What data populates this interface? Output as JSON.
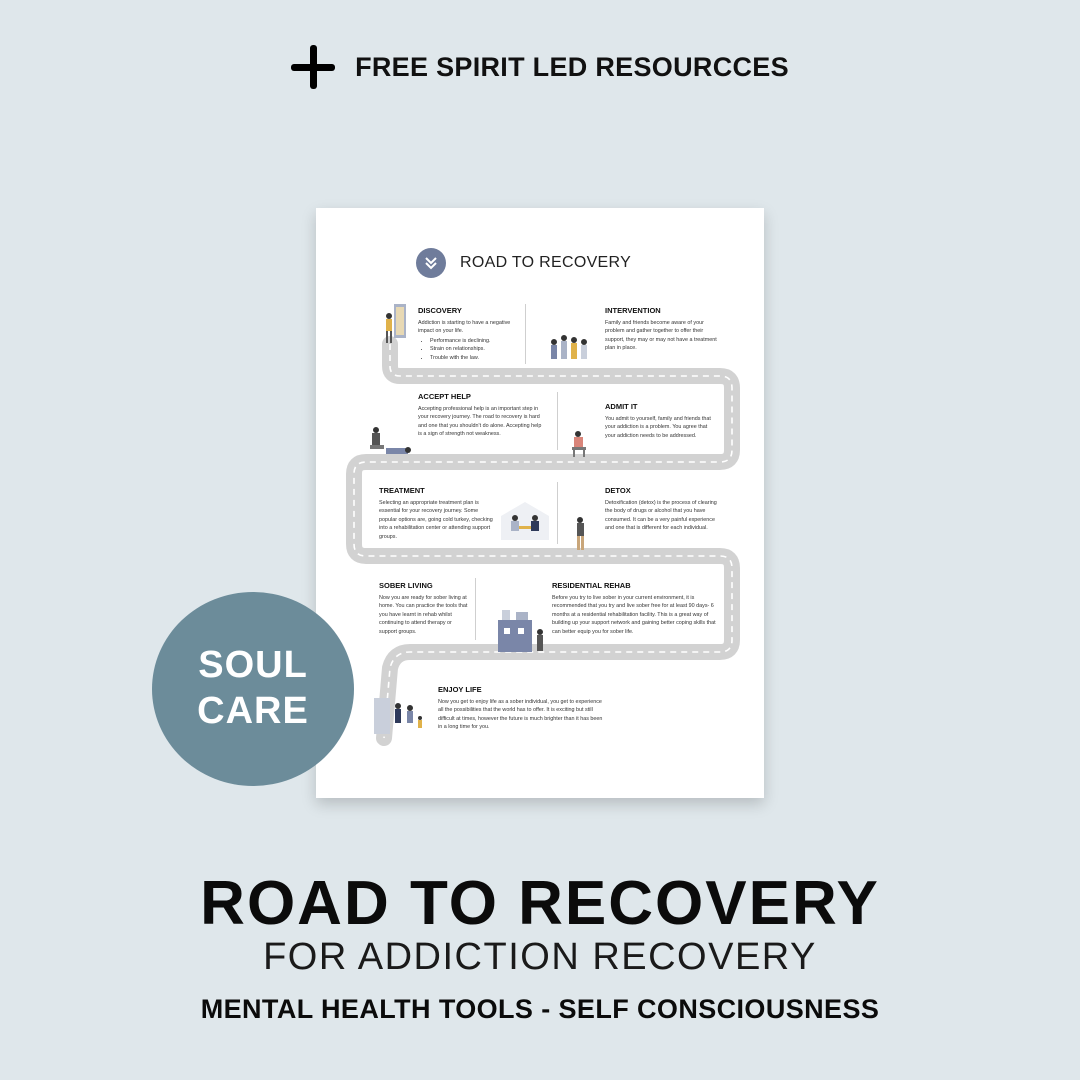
{
  "banner": {
    "text": "FREE SPIRIT LED RESOURCCES",
    "icon": "plus-icon"
  },
  "sheet": {
    "title": "ROAD TO RECOVERY",
    "steps": {
      "discovery": {
        "heading": "DISCOVERY",
        "body": "Addiction is starting to have a negative impact on your life.",
        "bullets": [
          "Performance is declining.",
          "Strain on relationships.",
          "Trouble with the law."
        ]
      },
      "intervention": {
        "heading": "INTERVENTION",
        "body": "Family and friends become aware of your problem and gather together to offer their support, they may or may not have a treatment plan in place."
      },
      "accept_help": {
        "heading": "ACCEPT HELP",
        "body": "Accepting professional help is an important step in your recovery journey. The road to recovery is hard and one that you shouldn't do alone. Accepting help is a sign of strength not weakness."
      },
      "admit_it": {
        "heading": "ADMIT IT",
        "body": "You admit to yourself, family and friends that your addiction is a problem. You agree that your addiction needs to be addressed."
      },
      "treatment": {
        "heading": "TREATMENT",
        "body": "Selecting an appropriate treatment plan is essential for your recovery journey. Some popular options are, going cold turkey, checking into a rehabilitation center or attending support groups."
      },
      "detox": {
        "heading": "DETOX",
        "body": "Detoxification (detox) is the process of clearing the body of drugs or alcohol that you have consumed. It can be a very painful experience and one that is different for each individual."
      },
      "sober_living": {
        "heading": "SOBER LIVING",
        "body": "Now you are ready for sober living at home. You can practice the tools that you have learnt in rehab whilst continuing to attend therapy or support groups."
      },
      "residential_rehab": {
        "heading": "RESIDENTIAL REHAB",
        "body": "Before you try to live sober in your current environment, it is recommended that you try and live sober free for at least 90 days- 6 months at a residential rehabilitation facility. This is a great way of building up your support network and gaining better coping skills that can better equip you for sober life."
      },
      "enjoy_life": {
        "heading": "ENJOY LIFE",
        "body": "Now you get to enjoy life as a sober individual, you get to experience all the possibilities that the world has to offer. It is exciting but still difficult at times, however the future is much brighter than it has been in a long time for you."
      }
    }
  },
  "badge": {
    "line1": "SOUL",
    "line2": "CARE"
  },
  "footer": {
    "title": "ROAD TO RECOVERY",
    "subtitle": "FOR ADDICTION RECOVERY",
    "tagline": "MENTAL HEALTH TOOLS - SELF CONSCIOUSNESS"
  },
  "colors": {
    "background": "#dfe7eb",
    "badge": "#6c8c9a",
    "road": "#d2d2d2",
    "accent_icon": "#6f7c9b"
  }
}
